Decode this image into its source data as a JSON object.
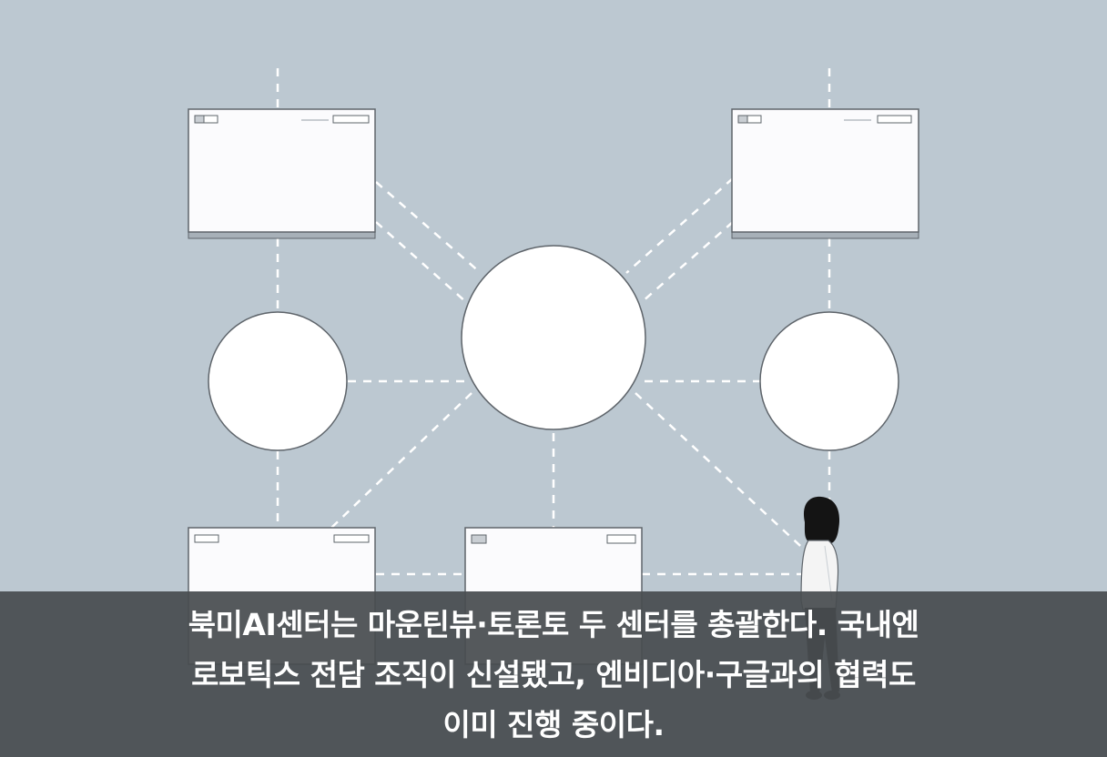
{
  "scene": {
    "colors": {
      "background": "#bcc8d1",
      "panel_fill": "#fbfbfd",
      "panel_base": "#a7b0b8",
      "outline": "#5e646a",
      "connector": "#ffffff",
      "figure_hair": "#141414",
      "figure_shirt": "#f4f4f4",
      "figure_pants": "#1c1c1c",
      "caption_bg": "#484c50",
      "caption_text": "#ffffff"
    },
    "icons": [
      "browser-window-icon",
      "circle-node-icon",
      "standing-person-icon"
    ]
  },
  "caption": {
    "lines": [
      "북미AI센터는 마운틴뷰·토론토 두 센터를 총괄한다. 국내엔",
      "로보틱스 전담 조직이 신설됐고, 엔비디아·구글과의 협력도",
      "이미 진행 중이다."
    ]
  }
}
